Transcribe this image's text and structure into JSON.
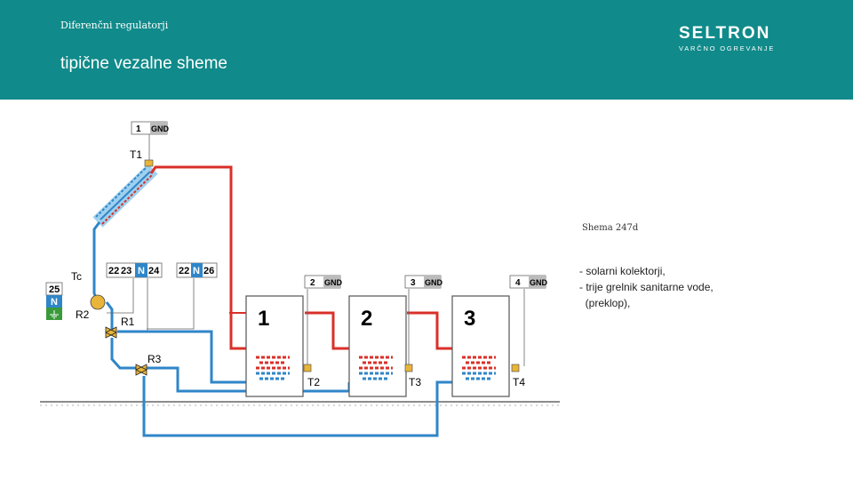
{
  "header": {
    "supertitle": "Diferenčni regulatorji",
    "title": "tipične vezalne sheme",
    "logo_main": "SELTRON",
    "logo_sub": "VARČNO OGREVANJE",
    "background": "#108a8a"
  },
  "scheme_label": "Shema 247d",
  "description": [
    "- solarni kolektorji,",
    "- trije grelnik sanitarne vode,",
    "  (preklop),"
  ],
  "diagram": {
    "terminal_T1": [
      "1",
      "GND"
    ],
    "terminal_T2": [
      "2",
      "GND"
    ],
    "terminal_T3": [
      "3",
      "GND"
    ],
    "terminal_T4": [
      "4",
      "GND"
    ],
    "terminal_pump": [
      "22",
      "23",
      "N",
      "24"
    ],
    "terminal_valve": [
      "22",
      "N",
      "26"
    ],
    "terminal_left": [
      "25",
      "N"
    ],
    "tanks": [
      "1",
      "2",
      "3"
    ],
    "sensors": [
      "T1",
      "T2",
      "T3",
      "T4",
      "Tc"
    ],
    "relays": [
      "R1",
      "R2",
      "R3"
    ],
    "colors": {
      "hot": "#d9302a",
      "cold": "#2f86c8",
      "terminal_blue": "#2f86c8",
      "terminal_green": "#3a9a3a",
      "sensor": "#e8b53a"
    }
  }
}
